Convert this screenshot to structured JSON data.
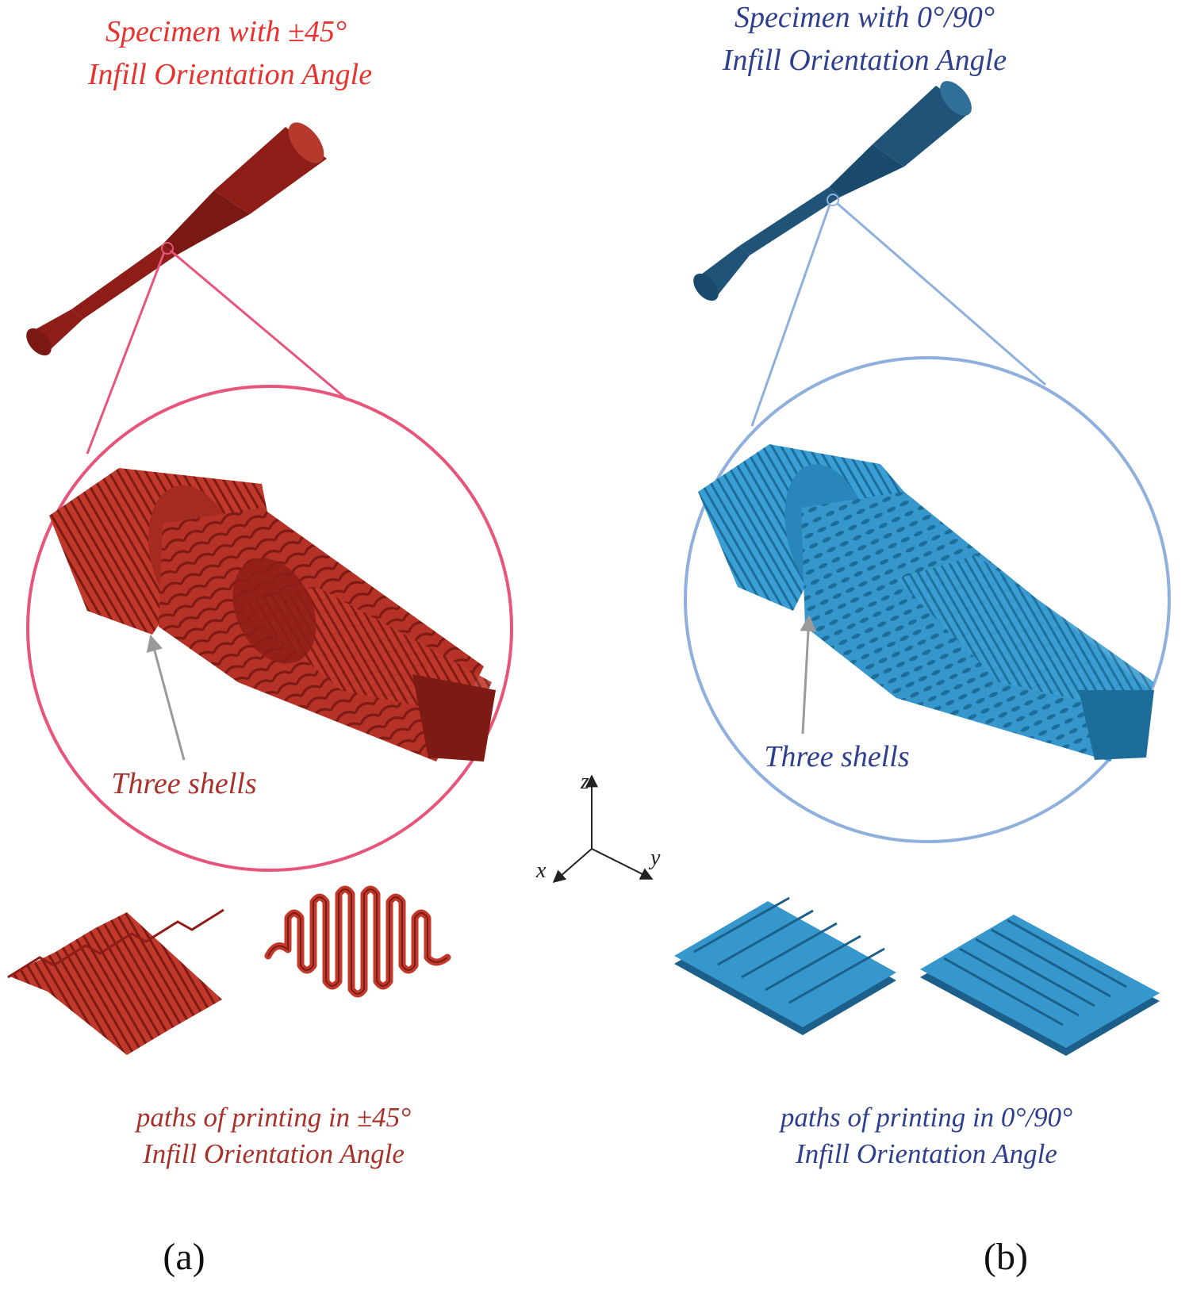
{
  "panel_a": {
    "title_line1": "Specimen with  ±45°",
    "title_line2": "Infill Orientation Angle",
    "callout": "Three shells",
    "paths_line1": "paths of printing in ±45°",
    "paths_line2": "Infill Orientation Angle",
    "label": "(a)"
  },
  "panel_b": {
    "title_line1": "Specimen with  0°/90°",
    "title_line2": "Infill Orientation Angle",
    "callout": "Three shells",
    "paths_line1": "paths of printing in 0°/90°",
    "paths_line2": "Infill Orientation Angle",
    "label": "(b)"
  },
  "axes": {
    "z": "z",
    "x": "x",
    "y": "y"
  },
  "colors": {
    "red_text": "#e8322e",
    "dark_red_text": "#a8322b",
    "red_body": "#8e1d17",
    "red_fill": "#c0392b",
    "pink_ring": "#e8557a",
    "blue_text": "#2e3f8f",
    "blue_body": "#1f5478",
    "blue_fill": "#3597cc",
    "blue_ring": "#8fb0dd"
  }
}
